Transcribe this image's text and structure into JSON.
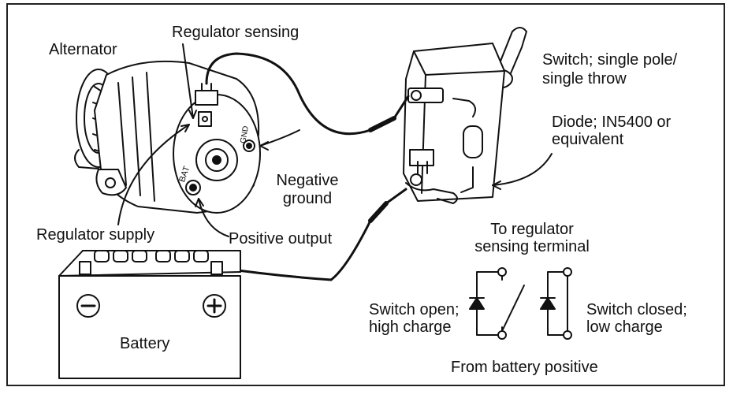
{
  "labels": {
    "alternator": "Alternator",
    "regulator_sensing": "Regulator sensing",
    "switch_line1": "Switch; single pole/",
    "switch_line2": "single throw",
    "diode_line1": "Diode; IN5400 or",
    "diode_line2": "equivalent",
    "negative_ground_line1": "Negative",
    "negative_ground_line2": "ground",
    "regulator_supply": "Regulator supply",
    "positive_output": "Positive output",
    "battery": "Battery",
    "to_regulator_line1": "To regulator",
    "to_regulator_line2": "sensing terminal",
    "switch_open_line1": "Switch open;",
    "switch_open_line2": "high charge",
    "switch_closed_line1": "Switch closed;",
    "switch_closed_line2": "low charge",
    "from_battery": "From battery positive",
    "bat_marking": "BAT",
    "gnd_marking": "GND",
    "minus_sign": "−",
    "plus_sign": "+"
  }
}
